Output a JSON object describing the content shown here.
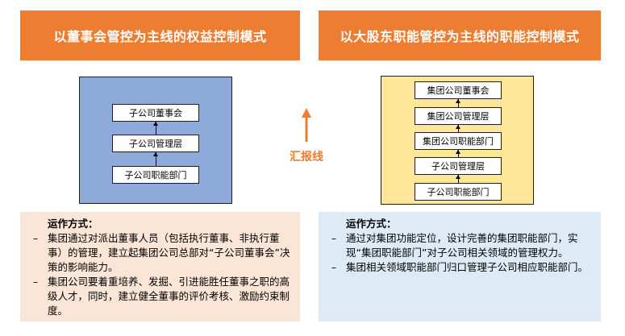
{
  "left": {
    "header": "以董事会管控为主线的权益控制模式",
    "nodes": [
      "子公司董事会",
      "子公司管理层",
      "子公司职能部门"
    ],
    "mode_title": "运作方式：",
    "bullets": [
      "集团通过对派出董事人员（包括执行董事、非执行董事）的管理，建立起集团公司总部对“子公司董事会”决策的影响能力。",
      "集团公司要着重培养、发掘、引进能胜任董事之职的高级人才，同时，建立健全董事的评价考核、激励约束制度。"
    ]
  },
  "middle": {
    "label": "汇报线"
  },
  "right": {
    "header": "以大股东职能管控为主线的职能控制模式",
    "nodes": [
      "集团公司董事会",
      "集团公司管理层",
      "集团公司职能部门",
      "子公司管理层",
      "子公司职能部门"
    ],
    "mode_title": "运作方式：",
    "bullets": [
      "通过对集团功能定位，设计完善的集团职能部门，实现“集团职能部门”对子公司相关领域的管理权力。",
      "集团相关领域职能部门归口管理子公司相应职能部门。"
    ]
  },
  "colors": {
    "header_bg": "#ed7d31",
    "left_panel": "#8eaadb",
    "right_panel": "#ffe699",
    "left_text_bg": "#fbe5d6",
    "right_text_bg": "#deebf7",
    "accent": "#ed7d31"
  },
  "bullet_marker": "–"
}
